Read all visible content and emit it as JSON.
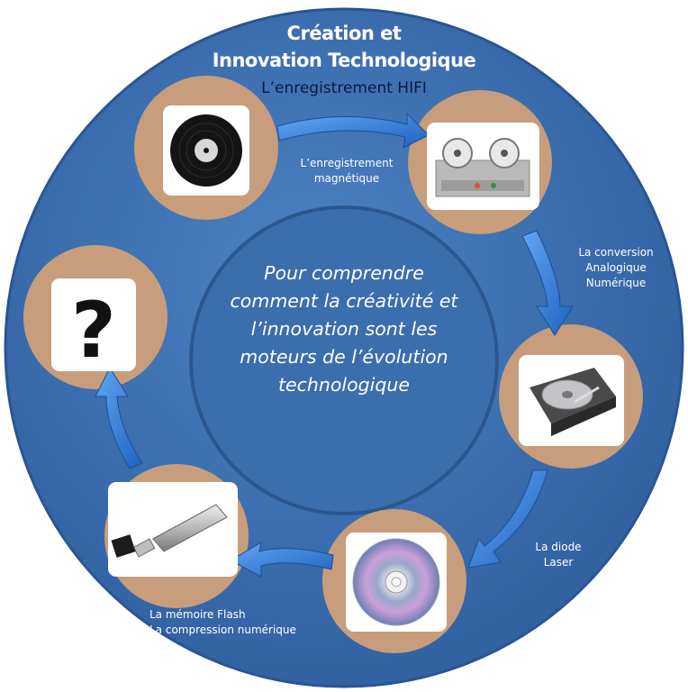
{
  "header": {
    "title_line1": "Création et",
    "title_line2": "Innovation Technologique",
    "subtitle": "L’enregistrement HIFI"
  },
  "center": {
    "text": "Pour comprendre comment la créativité et l’innovation sont les moteurs de l’évolution technologique"
  },
  "cycle_labels": {
    "magnetique": "L’enregistrement\nmagnétique",
    "conversion": "La conversion\nAnalogique\nNumérique",
    "laser": "La diode\nLaser",
    "flash": "La mémoire Flash\nLa compression numérique"
  },
  "stages": [
    {
      "id": "vinyl",
      "icon": "vinyl-record-icon"
    },
    {
      "id": "tape",
      "icon": "reel-to-reel-tape-recorder-icon"
    },
    {
      "id": "hdd",
      "icon": "hard-disk-drive-icon"
    },
    {
      "id": "cd",
      "icon": "compact-disc-icon"
    },
    {
      "id": "usb",
      "icon": "usb-flash-drive-icon"
    },
    {
      "id": "unknown",
      "icon": "question-mark-icon",
      "symbol": "?"
    }
  ],
  "colors": {
    "disc_blue": "#3f73b5",
    "disc_blue_dark": "#2a5592",
    "node_tan": "#c79d7c",
    "arrow_blue": "#2f7ad6",
    "text_white": "#ffffff"
  }
}
